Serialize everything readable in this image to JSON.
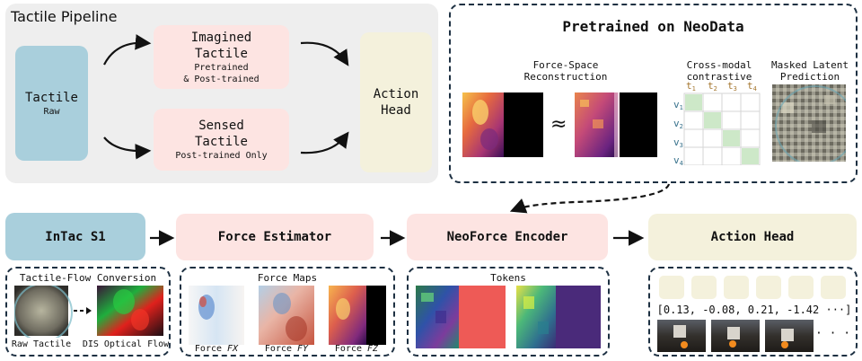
{
  "tactile_pipeline": {
    "title": "Tactile Pipeline",
    "tactile_raw": {
      "title": "Tactile",
      "sub": "Raw"
    },
    "imagined": {
      "title": "Imagined",
      "title2": "Tactile",
      "sub1": "Pretrained",
      "sub2": "& Post-trained"
    },
    "sensed": {
      "title": "Sensed",
      "title2": "Tactile",
      "sub": "Post-trained Only"
    },
    "action_head": {
      "line1": "Action",
      "line2": "Head"
    }
  },
  "pretrained": {
    "title": "Pretrained on NeoData",
    "force_space": {
      "line1": "Force-Space",
      "line2": "Reconstruction",
      "approx": "≈"
    },
    "cross_modal": {
      "line1": "Cross-modal",
      "line2": "contrastive",
      "t_labels": [
        "t",
        "t",
        "t",
        "t"
      ],
      "t_subs": [
        "1",
        "2",
        "3",
        "4"
      ],
      "v_labels": [
        "v",
        "v",
        "v",
        "v"
      ],
      "v_subs": [
        "1",
        "2",
        "3",
        "4"
      ]
    },
    "masked": {
      "line1": "Masked Latent",
      "line2": "Prediction"
    }
  },
  "pipeline_row": {
    "intac": "InTac S1",
    "force_estimator": "Force Estimator",
    "neoforce": "NeoForce Encoder",
    "action_head": "Action Head"
  },
  "tactile_flow": {
    "title": "Tactile-Flow Conversion",
    "raw": "Raw Tactile",
    "dis": "DIS Optical Flow"
  },
  "force_maps": {
    "title": "Force Maps",
    "fx_prefix": "Force ",
    "fx": "FX",
    "fy_prefix": "Force ",
    "fy": "FY",
    "fz_prefix": "Force ",
    "fz": "FZ"
  },
  "tokens": {
    "title": "Tokens"
  },
  "action_panel": {
    "values": "[0.13, -0.08, 0.21, -1.42  ···]",
    "ellipsis": "· · ·"
  },
  "colors": {
    "pink": "#fde4e2",
    "blue": "#a9cfdc",
    "cream": "#f4f1dc",
    "grey": "#eeeeee",
    "dash": "#1d3042"
  }
}
